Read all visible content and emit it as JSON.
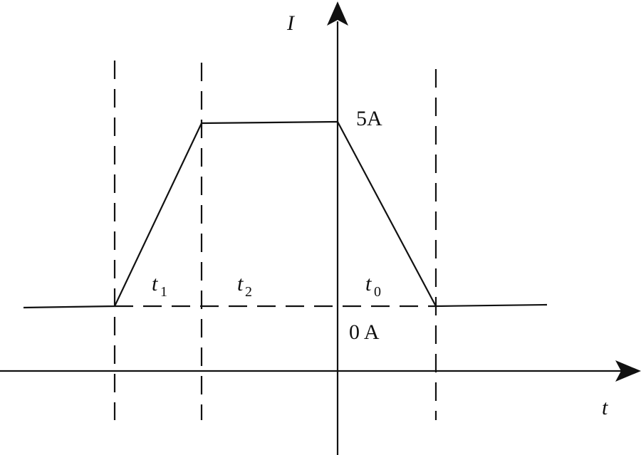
{
  "axes": {
    "y_label": "I",
    "x_label": "t"
  },
  "levels": {
    "high": "5A",
    "low": "0 A"
  },
  "intervals": [
    {
      "var": "t",
      "sub": "1"
    },
    {
      "var": "t",
      "sub": "2"
    },
    {
      "var": "t",
      "sub": "0"
    }
  ],
  "colors": {
    "line": "#111111",
    "background": "#ffffff"
  },
  "icons": {
    "y_axis_arrow": "arrowhead-up",
    "x_axis_arrow": "arrowhead-right"
  }
}
